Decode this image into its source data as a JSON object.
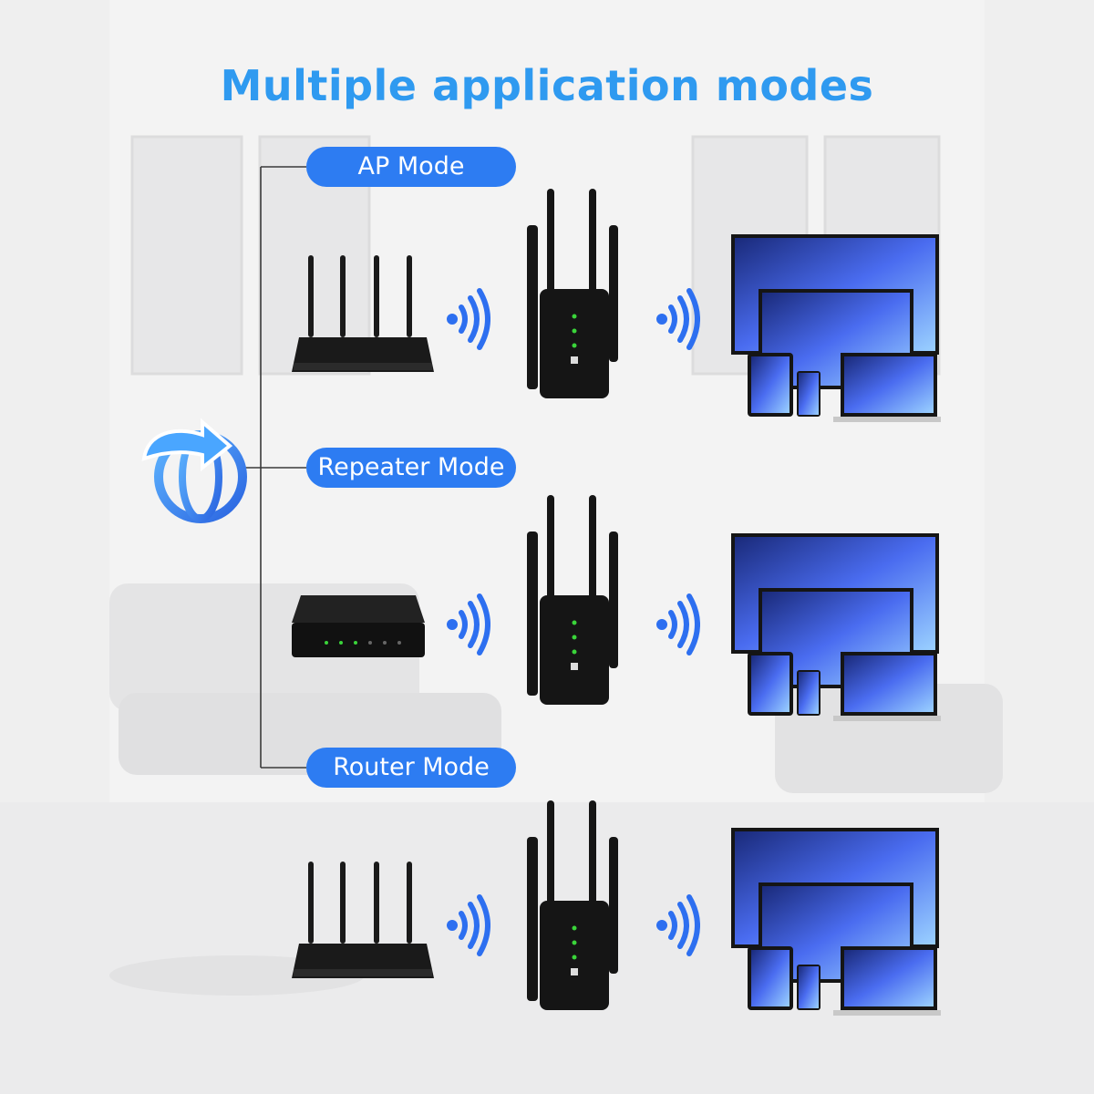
{
  "title": "Multiple application modes",
  "modes": [
    {
      "label": "AP Mode",
      "source": "router"
    },
    {
      "label": "Repeater Mode",
      "source": "switch"
    },
    {
      "label": "Router Mode",
      "source": "router"
    }
  ],
  "icons": {
    "globe": "globe-arrow-icon",
    "wifi": "wifi-signal-icon",
    "extender": "wifi-extender-icon",
    "router": "router-icon",
    "switch": "network-switch-icon",
    "devices": "devices-icon"
  },
  "colors": {
    "accent": "#2d7cf2",
    "title": "#2f9af0",
    "device": "#161616"
  }
}
